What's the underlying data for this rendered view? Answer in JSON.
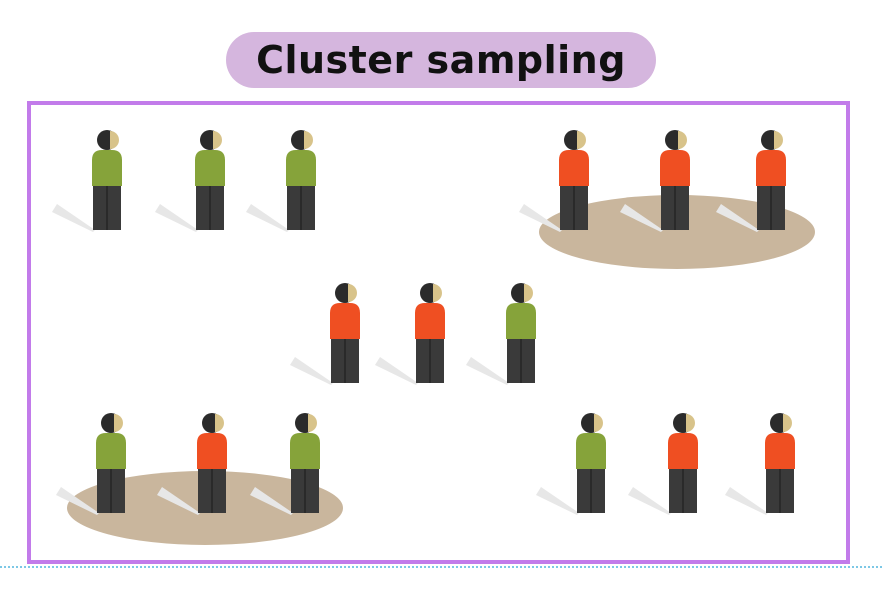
{
  "title": "Cluster sampling",
  "colors": {
    "title_pill": "#d5b6de",
    "frame_border": "#c27bea",
    "green_person": "#86a33a",
    "orange_person": "#ef4f22",
    "legs": "#3a3a3a",
    "head": "#2b2b2b",
    "face": "#d8c38a",
    "cluster_ellipse": "#c9b69d",
    "shadow": "#e7e7e7",
    "dotted_line": "#7cc8e6"
  },
  "clusters": [
    {
      "id": "top-left",
      "selected": false,
      "people": [
        "green",
        "green",
        "green"
      ]
    },
    {
      "id": "top-right",
      "selected": true,
      "people": [
        "orange",
        "orange",
        "orange"
      ]
    },
    {
      "id": "middle",
      "selected": false,
      "people": [
        "orange",
        "orange",
        "green"
      ]
    },
    {
      "id": "bottom-left",
      "selected": true,
      "people": [
        "green",
        "orange",
        "green"
      ]
    },
    {
      "id": "bottom-right",
      "selected": false,
      "people": [
        "green",
        "orange",
        "orange"
      ]
    }
  ]
}
